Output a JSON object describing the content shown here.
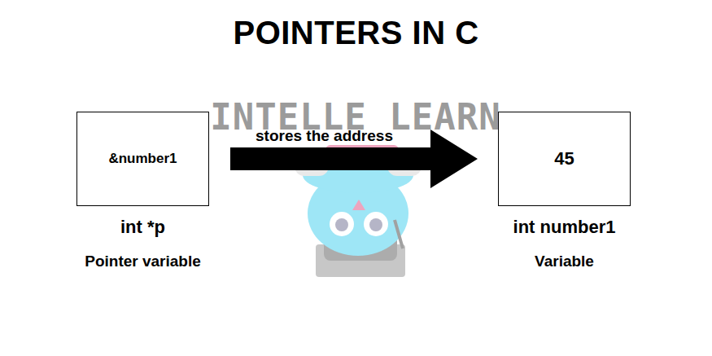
{
  "diagram": {
    "title": "POINTERS IN C",
    "nodes": [
      {
        "text": [
          "&number1",
          "int *p",
          "Pointer variable"
        ]
      },
      {
        "text": [
          "45",
          "int number1",
          "Variable"
        ]
      }
    ],
    "edges": [
      {
        "from": 0,
        "to": 1,
        "label": "stores the address",
        "arrow": "to"
      }
    ],
    "labels": [
      "INTELLE LEARN"
    ]
  }
}
